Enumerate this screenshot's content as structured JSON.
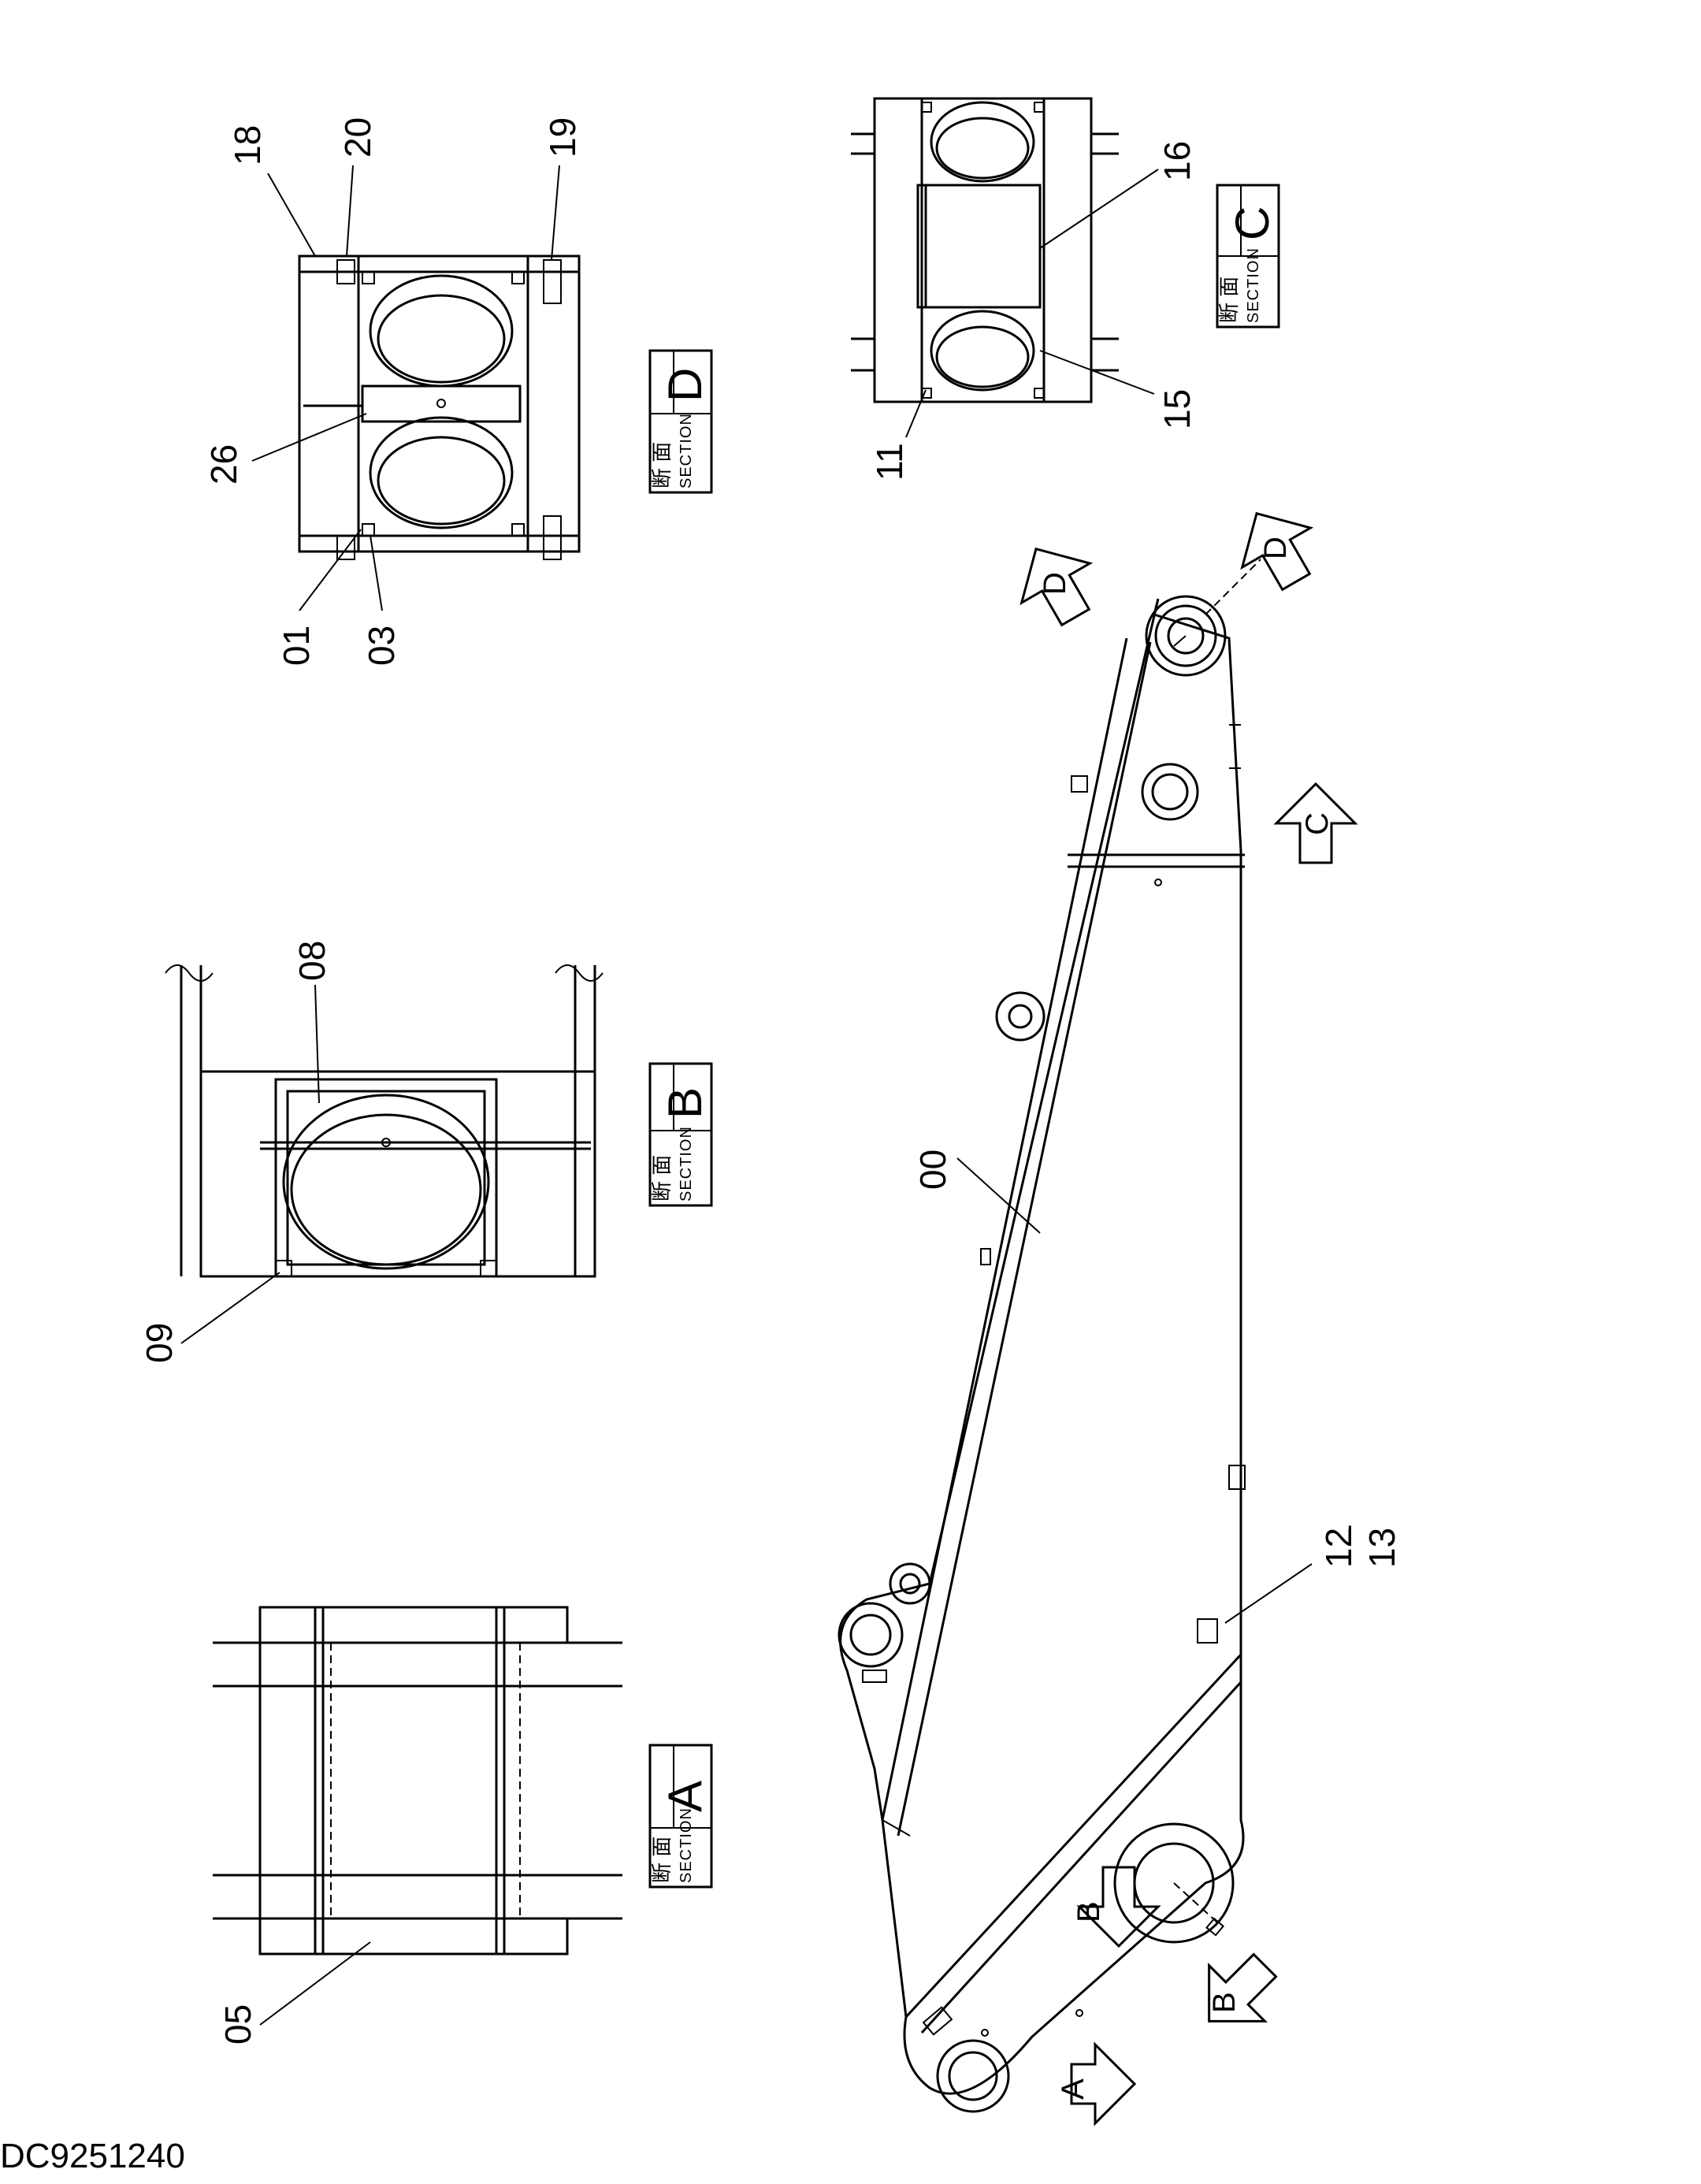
{
  "doc_id": "DC9251240",
  "section_boxes": [
    {
      "id": "A",
      "kanji": "断 面",
      "word": "SECTION",
      "letter": "A"
    },
    {
      "id": "B",
      "kanji": "断 面",
      "word": "SECTION",
      "letter": "B"
    },
    {
      "id": "C",
      "kanji": "断 面",
      "word": "SECTION",
      "letter": "C"
    },
    {
      "id": "D",
      "kanji": "断 面",
      "word": "SECTION",
      "letter": "D"
    }
  ],
  "part_numbers": {
    "p00": "00",
    "p01": "01",
    "p03": "03",
    "p05": "05",
    "p08": "08",
    "p09": "09",
    "p11": "11",
    "p12": "12",
    "p12_13_sep": "–",
    "p13": "13",
    "p15": "15",
    "p16": "16",
    "p18": "18",
    "p19": "19",
    "p20": "20",
    "p26": "26"
  },
  "view_arrows": {
    "A": "A",
    "B1": "B",
    "B2": "B",
    "C": "C",
    "D1": "D",
    "D2": "D"
  }
}
